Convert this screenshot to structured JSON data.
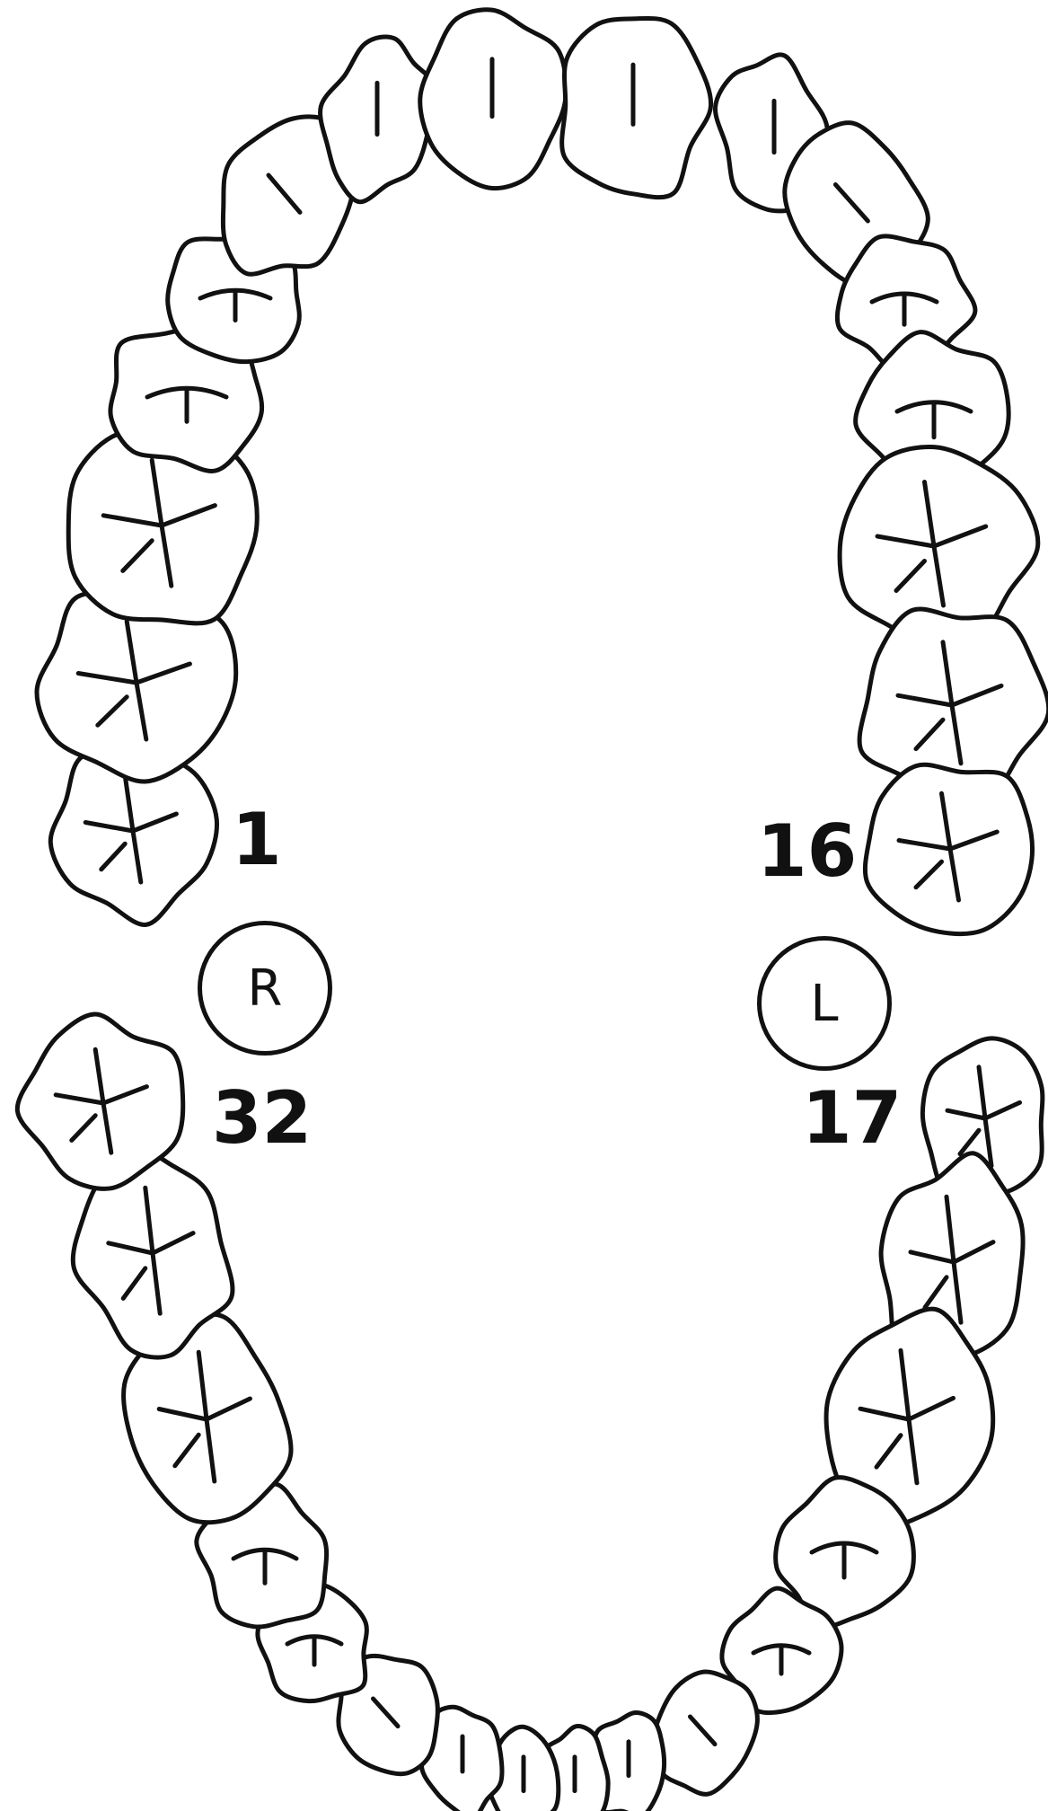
{
  "diagram": {
    "labels": {
      "tooth_1": "1",
      "tooth_16": "16",
      "tooth_17": "17",
      "tooth_32": "32",
      "side_right": "R",
      "side_left": "L"
    },
    "colors": {
      "ink": "#111111",
      "background": "#ffffff"
    }
  }
}
